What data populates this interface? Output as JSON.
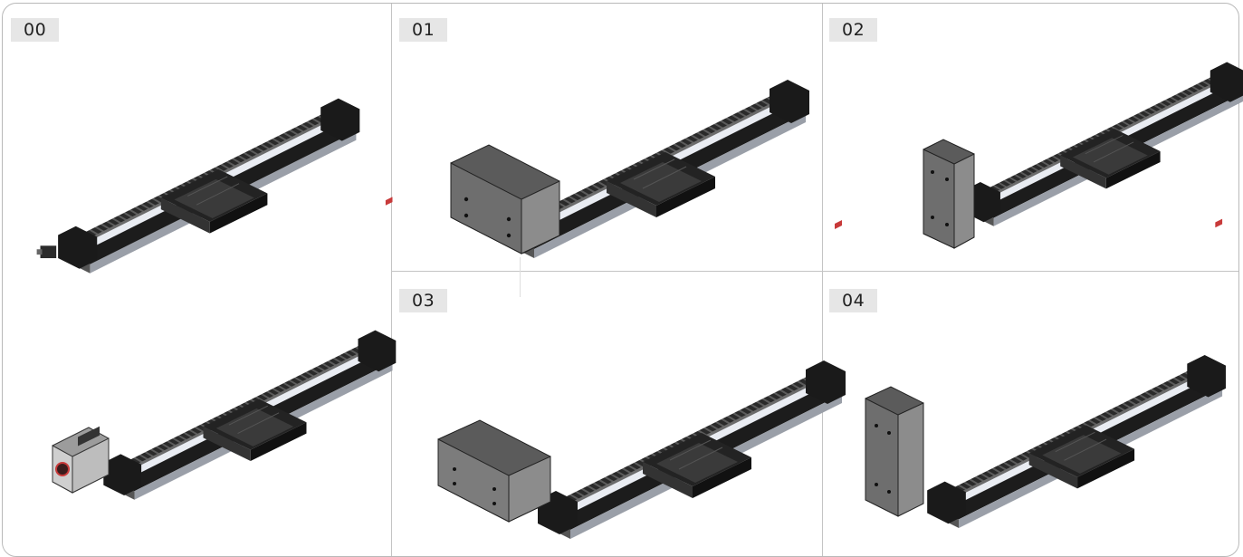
{
  "panels": [
    {
      "id": "p00",
      "label": "00",
      "variant": "bare-coupling"
    },
    {
      "id": "p01",
      "label": "01",
      "variant": "motor-side-left"
    },
    {
      "id": "p02",
      "label": "02",
      "variant": "motor-vertical-left"
    },
    {
      "id": "p03",
      "label": "03",
      "variant": "motor-side-left-extended"
    },
    {
      "id": "p04",
      "label": "04",
      "variant": "motor-vertical-left-tall"
    },
    {
      "id": "p05",
      "label": "",
      "variant": "motor-inline"
    }
  ],
  "colors": {
    "border": "#b9b9b9",
    "divider": "#c4c4c4",
    "tag_bg": "#e6e6e6",
    "rail_dark": "#1d1d1d",
    "rail_light": "#e9ecf2",
    "motor_box": "#7c7c7c",
    "accent_red": "#c83a3a"
  }
}
